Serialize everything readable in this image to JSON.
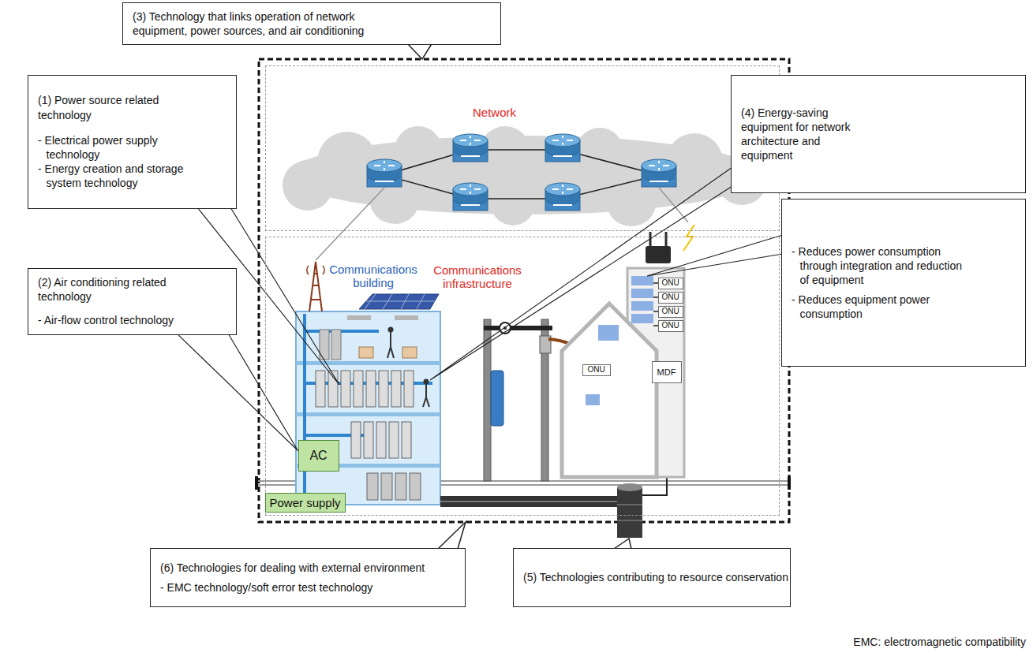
{
  "diagram": {
    "nodes": [
      {
        "text": [
          "(3) Technology that links operation of network equipment, power sources, and air conditioning"
        ]
      },
      {
        "text": [
          "(1) Power source related technology",
          "- Electrical power supply technology",
          "- Energy creation and storage system technology"
        ]
      },
      {
        "text": [
          "Network"
        ]
      },
      {
        "text": [
          "(4) Energy-saving equipment for network architecture and equipment"
        ]
      },
      {
        "text": [
          "- Reduces power consumption through integration and reduction of equipment",
          "- Reduces equipment power consumption"
        ]
      },
      {
        "text": [
          "(2) Air conditioning related technology",
          "- Air-flow control technology"
        ]
      },
      {
        "text": [
          "Communications infrastructure"
        ]
      },
      {
        "text": [
          "ONU"
        ],
        "in": 6
      },
      {
        "text": [
          "ONU"
        ],
        "in": 6
      },
      {
        "text": [
          "ONU"
        ],
        "in": 6
      },
      {
        "text": [
          "ONU"
        ],
        "in": 6
      },
      {
        "text": [
          "ONU"
        ],
        "in": 6
      },
      {
        "text": [
          "MDF"
        ],
        "in": 6
      },
      {
        "text": [
          "AC"
        ],
        "in": 6
      },
      {
        "text": [
          "Power supply"
        ],
        "in": 6
      },
      {
        "text": [
          "(6) Technologies for dealing with external environment",
          "- EMC technology/soft error test technology"
        ]
      },
      {
        "text": [
          "(5) Technologies contributing to resource conservation"
        ]
      }
    ],
    "edges": [
      {
        "from": 5,
        "to": 13,
        "arrow": "none"
      }
    ],
    "labels": [
      "Communications building",
      "EMC: electromagnetic compatibility"
    ]
  }
}
